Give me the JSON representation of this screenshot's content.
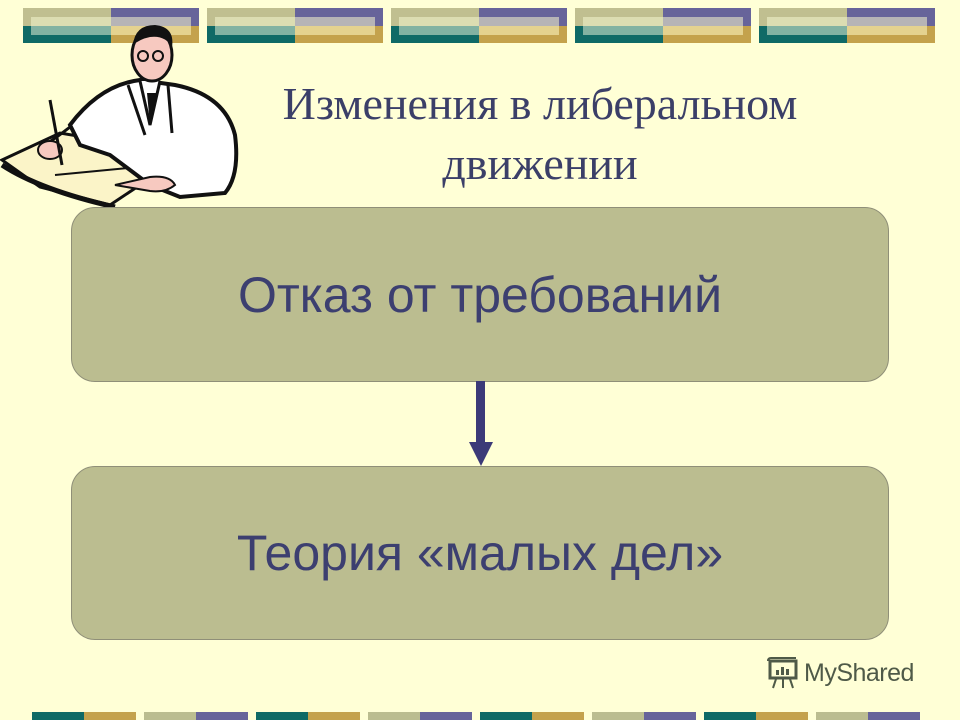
{
  "slide": {
    "title_line1": "Изменения в либеральном",
    "title_line2": "движении",
    "boxes": [
      {
        "label": "Отказ от требований"
      },
      {
        "label": "Теория «малых дел»"
      }
    ],
    "arrow": {
      "direction": "down",
      "color": "#3c3a78"
    }
  },
  "decor": {
    "top_blocks": 5,
    "bottom_pairs": [
      {
        "left": "#0f6a66",
        "right": "#c4a24c"
      },
      {
        "left": "#bbbd90",
        "right": "#67649a"
      },
      {
        "left": "#0f6a66",
        "right": "#c4a24c"
      },
      {
        "left": "#bbbd90",
        "right": "#67649a"
      },
      {
        "left": "#0f6a66",
        "right": "#c4a24c"
      },
      {
        "left": "#bbbd90",
        "right": "#67649a"
      },
      {
        "left": "#0f6a66",
        "right": "#c4a24c"
      },
      {
        "left": "#bbbd90",
        "right": "#67649a"
      }
    ],
    "illustration": "man-writing-clipart"
  },
  "watermark": {
    "text": "MyShared",
    "icon": "presentation-board-icon"
  },
  "colors": {
    "background": "#ffffd6",
    "box_fill": "#bbbd90",
    "text": "#3c3f70"
  }
}
